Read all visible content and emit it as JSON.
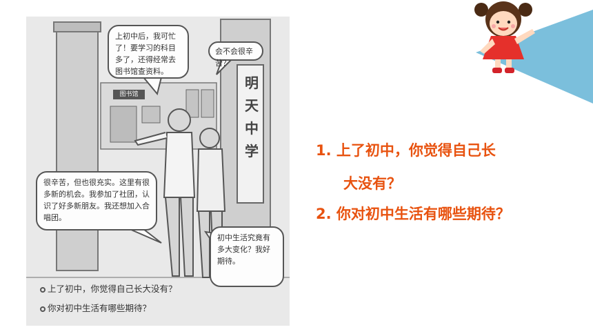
{
  "illustration": {
    "bubble_1": "上初中后，我可忙了！要学习的科目多了，还得经常去图书馆查资料。",
    "bubble_2": "会不会很辛苦？",
    "bubble_3": "很辛苦，但也很充实。这里有很多新的机会。我参加了社团，认识了好多新朋友。我还想加入合唱团。",
    "bubble_4": "初中生活究竟有多大变化？我好期待。",
    "sign": "明天中学",
    "library_sign": "图书馆",
    "caption_1": "上了初中，你觉得自己长大没有？",
    "caption_2": "你对初中生活有哪些期待？"
  },
  "questions": {
    "q1_line1": "1.  上了初中，你觉得自己长",
    "q1_line2": "大没有？",
    "q2": "2.  你对初中生活有哪些期待？"
  },
  "colors": {
    "accent": "#e8520f",
    "corner_blue": "#7bbfdc"
  },
  "icons": {
    "corner": "cartoon-girl-icon"
  }
}
